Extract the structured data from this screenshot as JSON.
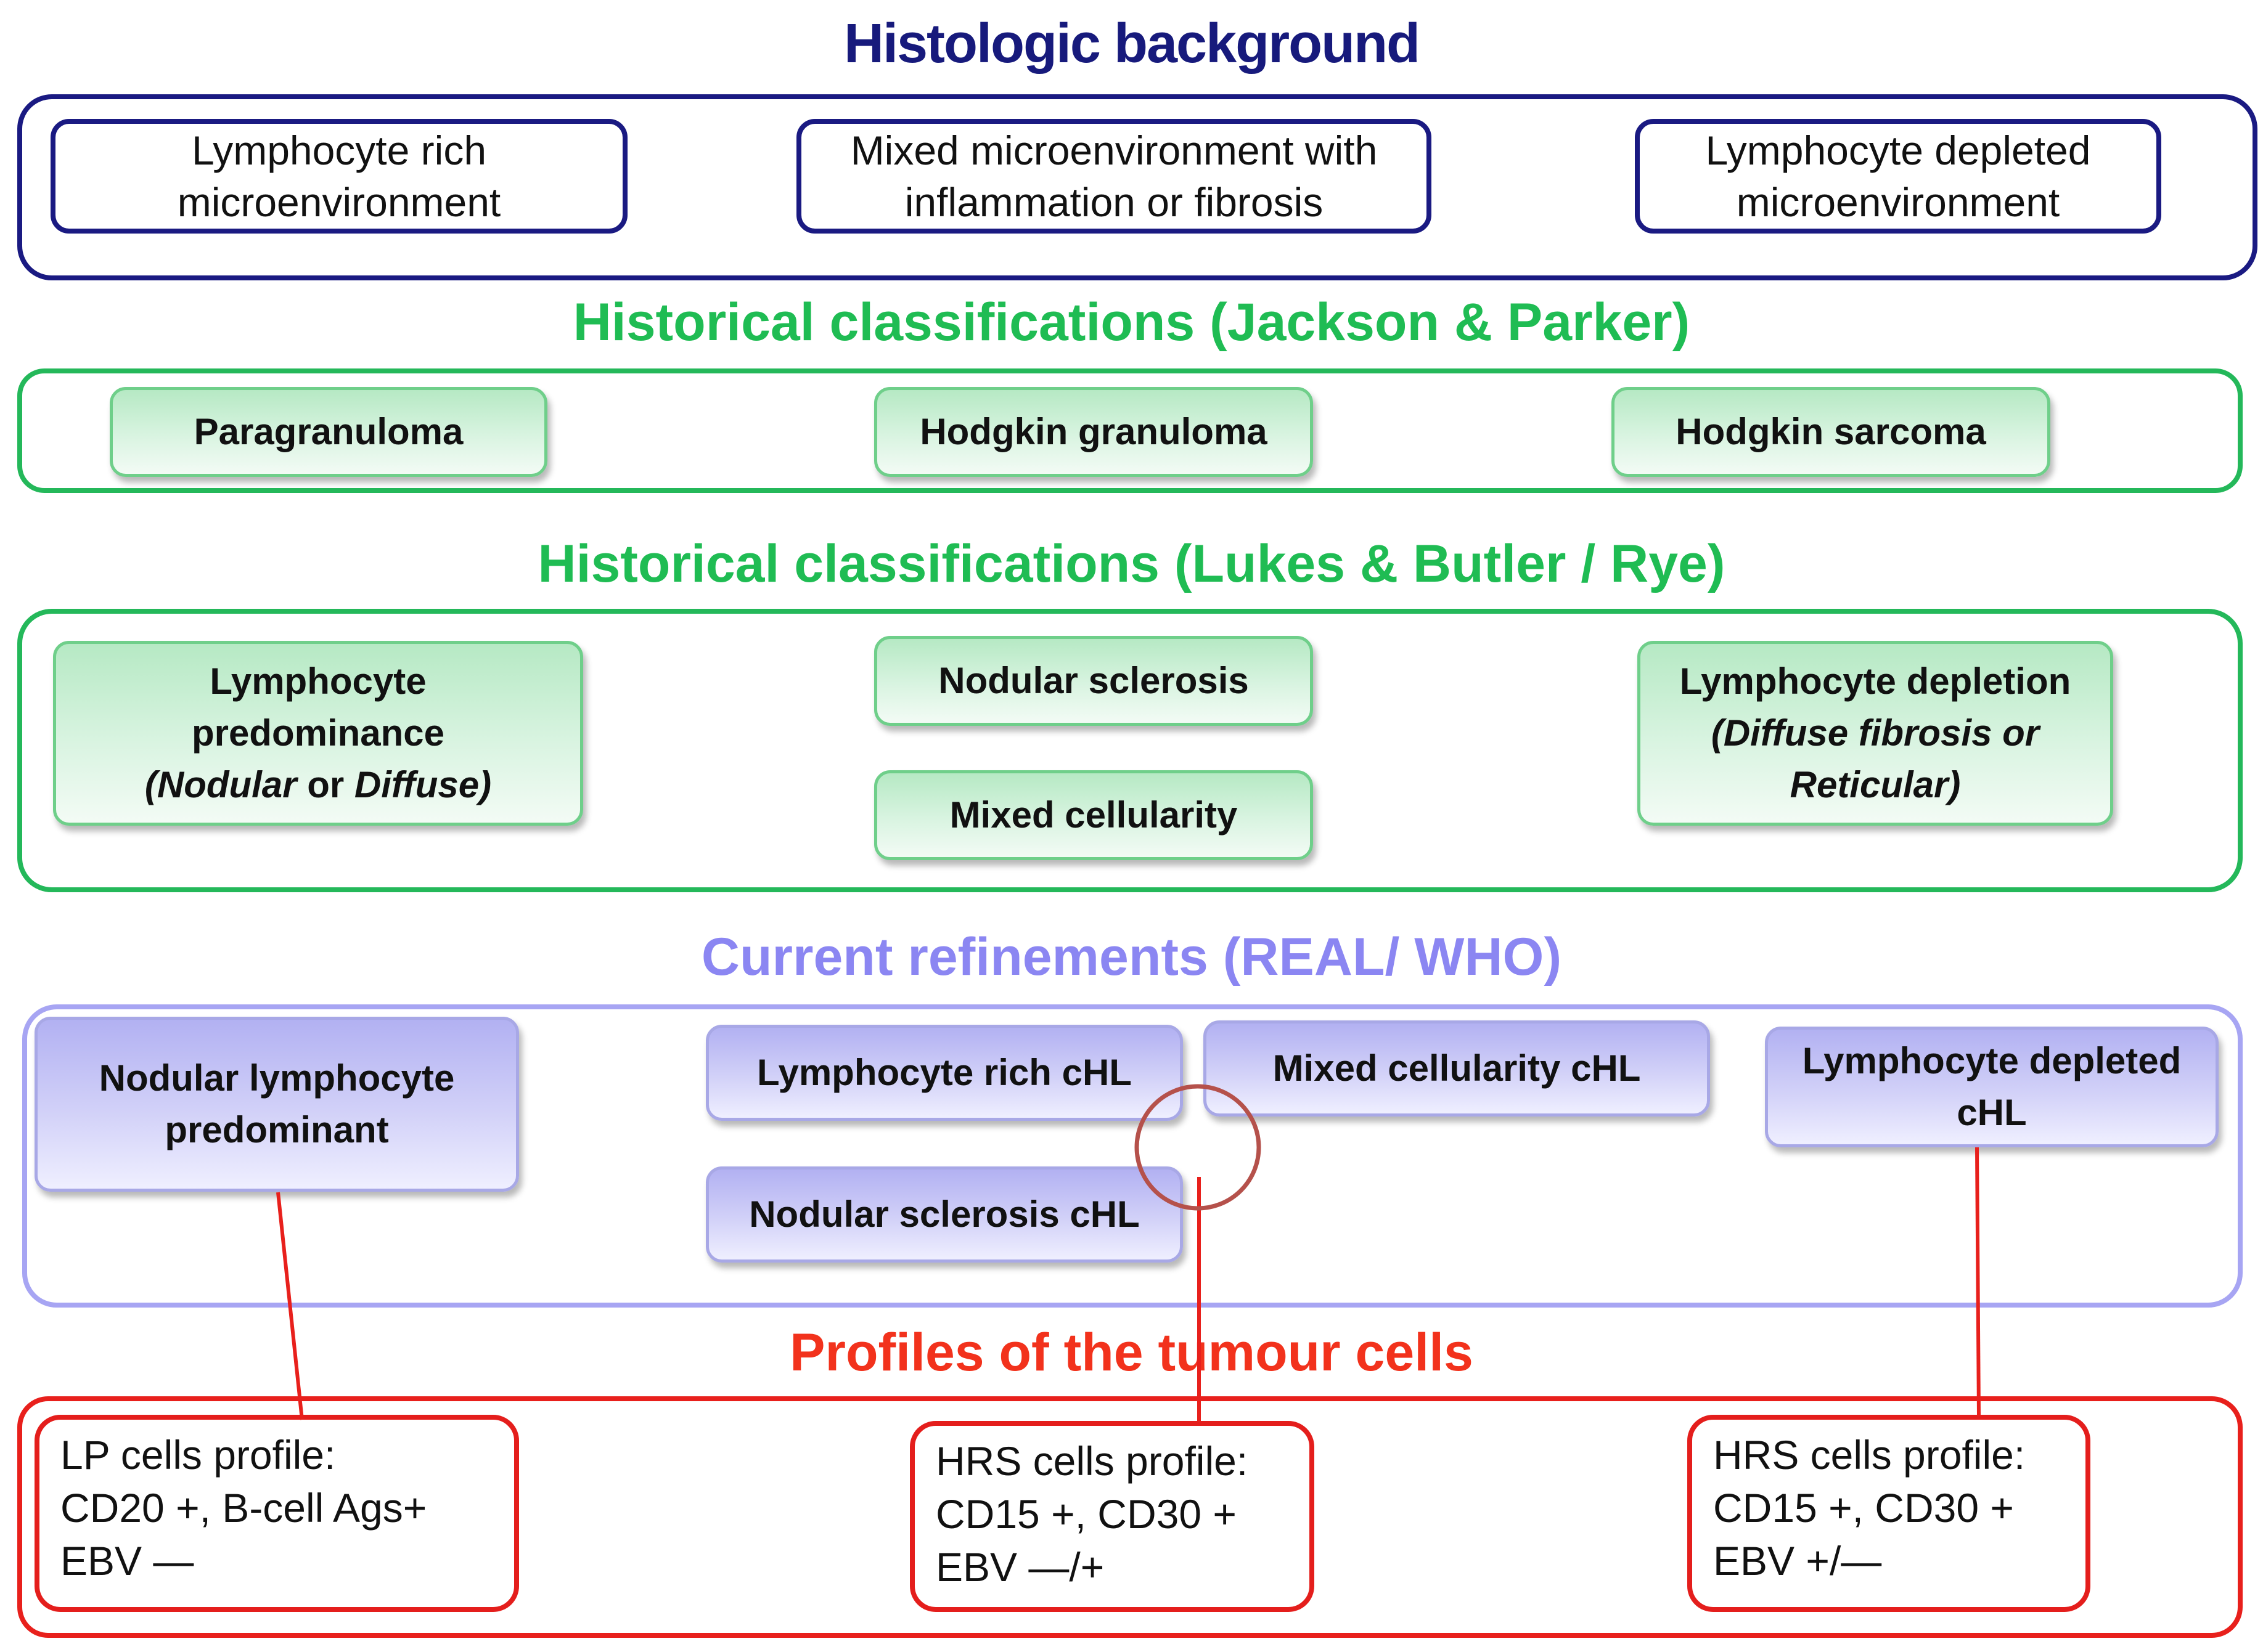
{
  "sections": {
    "histologic": {
      "title": "Histologic background",
      "boxes": [
        {
          "lines": [
            "Lymphocyte rich",
            "microenvironment"
          ]
        },
        {
          "lines": [
            "Mixed microenvironment with",
            "inflammation or fibrosis"
          ]
        },
        {
          "lines": [
            "Lymphocyte depleted",
            "microenvironment"
          ]
        }
      ]
    },
    "jackson_parker": {
      "title": "Historical classifications (Jackson & Parker)",
      "boxes": [
        {
          "label": "Paragranuloma"
        },
        {
          "label": "Hodgkin granuloma"
        },
        {
          "label": "Hodgkin sarcoma"
        }
      ]
    },
    "lukes_butler": {
      "title": "Historical classifications (Lukes & Butler / Rye)",
      "lymphocyte_predominance": {
        "line1": "Lymphocyte",
        "line2": "predominance",
        "open_paren": "(",
        "nodular": "Nodular",
        "or": "or",
        "diffuse": "Diffuse",
        "close_paren": ")"
      },
      "nodular_sclerosis": "Nodular sclerosis",
      "mixed_cellularity": "Mixed cellularity",
      "lymphocyte_depletion": {
        "line1": "Lymphocyte depletion",
        "line2": "(Diffuse fibrosis or",
        "line3": "Reticular)"
      }
    },
    "current": {
      "title": "Current refinements (REAL/ WHO)",
      "nlp": [
        "Nodular lymphocyte",
        "predominant"
      ],
      "lymphocyte_rich": "Lymphocyte rich cHL",
      "mixed_cellularity": "Mixed cellularity cHL",
      "lymphocyte_depleted": [
        "Lymphocyte depleted",
        "cHL"
      ],
      "nodular_sclerosis": "Nodular sclerosis cHL"
    },
    "profiles": {
      "title": "Profiles of the tumour cells",
      "boxes": [
        {
          "lines": [
            "LP cells profile:",
            "CD20 +, B-cell Ags+",
            "EBV —"
          ]
        },
        {
          "lines": [
            "HRS cells profile:",
            "CD15 +, CD30 +",
            "EBV —/+"
          ]
        },
        {
          "lines": [
            "HRS cells profile:",
            "CD15 +, CD30 +",
            "EBV +/—"
          ]
        }
      ]
    }
  },
  "colors": {
    "navy": "#1a1a82",
    "green": "#1fbc53",
    "lavender": "#8b86f2",
    "red": "#e8201c",
    "circle": "#b5514b"
  }
}
